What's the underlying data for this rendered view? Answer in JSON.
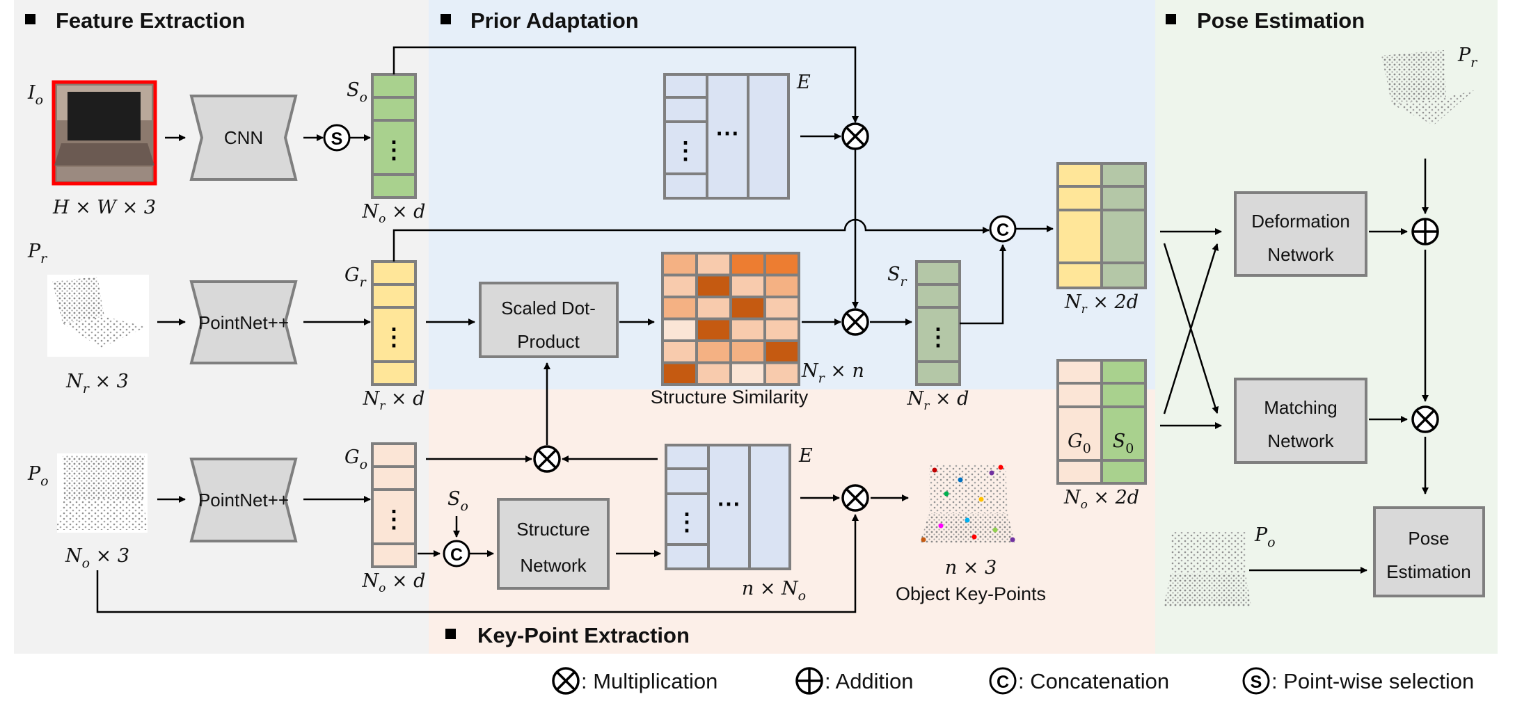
{
  "sections": {
    "feature_extraction": "Feature Extraction",
    "prior_adaptation": "Prior Adaptation",
    "pose_estimation": "Pose Estimation",
    "keypoint_extraction": "Key-Point Extraction"
  },
  "colors": {
    "bg_feature": "#f2f2f2",
    "bg_prior": "#e6eff9",
    "bg_keypoint": "#fcefe8",
    "bg_pose": "#eef5ec",
    "box_fill": "#d9d9d9",
    "box_stroke": "#7f7f7f",
    "green": "#a9d18e",
    "yellow": "#ffe699",
    "peach": "#fbe5d6",
    "lavender": "#dae3f3",
    "sage": "#b4c7a7",
    "image_border": "#ff0000"
  },
  "inputs": {
    "image_label": "I",
    "image_sub": "o",
    "image_dims": "H × W × 3",
    "pr_label": "P",
    "pr_sub": "r",
    "pr_dims": "N",
    "pr_dims_sub": "r",
    "pr_dims_rest": " × 3",
    "po_label": "P",
    "po_sub": "o",
    "po_dims": "N",
    "po_dims_sub": "o",
    "po_dims_rest": " × 3"
  },
  "networks": {
    "cnn": "CNN",
    "pointnet_top": "PointNet++",
    "pointnet_bottom": "PointNet++",
    "scaled_dot_1": "Scaled Dot-",
    "scaled_dot_2": "Product",
    "structure_1": "Structure",
    "structure_2": "Network",
    "deformation_1": "Deformation",
    "deformation_2": "Network",
    "matching_1": "Matching",
    "matching_2": "Network",
    "pose_1": "Pose",
    "pose_2": "Estimation"
  },
  "features": {
    "so_label": "S",
    "so_sub": "o",
    "so_dims": "N",
    "so_dims_sub": "o",
    "so_dims_rest": " × d",
    "gr_label": "G",
    "gr_sub": "r",
    "gr_dims": "N",
    "gr_dims_sub": "r",
    "gr_dims_rest": " × d",
    "go_label": "G",
    "go_sub": "o",
    "go_dims": "N",
    "go_dims_sub": "o",
    "go_dims_rest": " × d",
    "so2_label": "S",
    "so2_sub": "o",
    "e_top": "E",
    "e_bottom": "E",
    "sr_label": "S",
    "sr_sub": "r",
    "sr_dims": "N",
    "sr_dims_sub": "r",
    "sr_dims_rest": " × d",
    "sim_dims": "N",
    "sim_dims_sub": "r",
    "sim_dims_rest": " × n",
    "sim_caption": "Structure Similarity",
    "e_bottom_dims": "n × N",
    "e_bottom_dims_sub": "o",
    "concat_top_dims": "N",
    "concat_top_dims_sub": "r",
    "concat_top_dims_rest": " × 2d",
    "concat_bottom_dims": "N",
    "concat_bottom_dims_sub": "o",
    "concat_bottom_dims_rest": " × 2d",
    "g0_label": "G",
    "g0_sub": "0",
    "s0_label": "S",
    "s0_sub": "0",
    "kp_dims": "n × 3",
    "kp_caption": "Object Key-Points",
    "pose_pr_label": "P",
    "pose_pr_sub": "r",
    "pose_po_label": "P",
    "pose_po_sub": "o"
  },
  "dots": {
    "vdots": "⋮",
    "hdots": "⋯"
  },
  "legend": {
    "multiplication": ": Multiplication",
    "addition": ": Addition",
    "concatenation": ": Concatenation",
    "selection": ": Point-wise selection",
    "selection_symbol": "S",
    "concat_symbol": "C"
  },
  "heatmap": {
    "rows": [
      [
        "#f4b183",
        "#f8cbad",
        "#ed7d31",
        "#ed7d31"
      ],
      [
        "#f8cbad",
        "#c55a11",
        "#f8cbad",
        "#f4b183"
      ],
      [
        "#f4b183",
        "#f8cbad",
        "#c55a11",
        "#f8cbad"
      ],
      [
        "#fbe5d6",
        "#c55a11",
        "#f8cbad",
        "#f8cbad"
      ],
      [
        "#f8cbad",
        "#f4b183",
        "#f4b183",
        "#c55a11"
      ],
      [
        "#c55a11",
        "#f8cbad",
        "#fbe5d6",
        "#f8cbad"
      ]
    ]
  }
}
